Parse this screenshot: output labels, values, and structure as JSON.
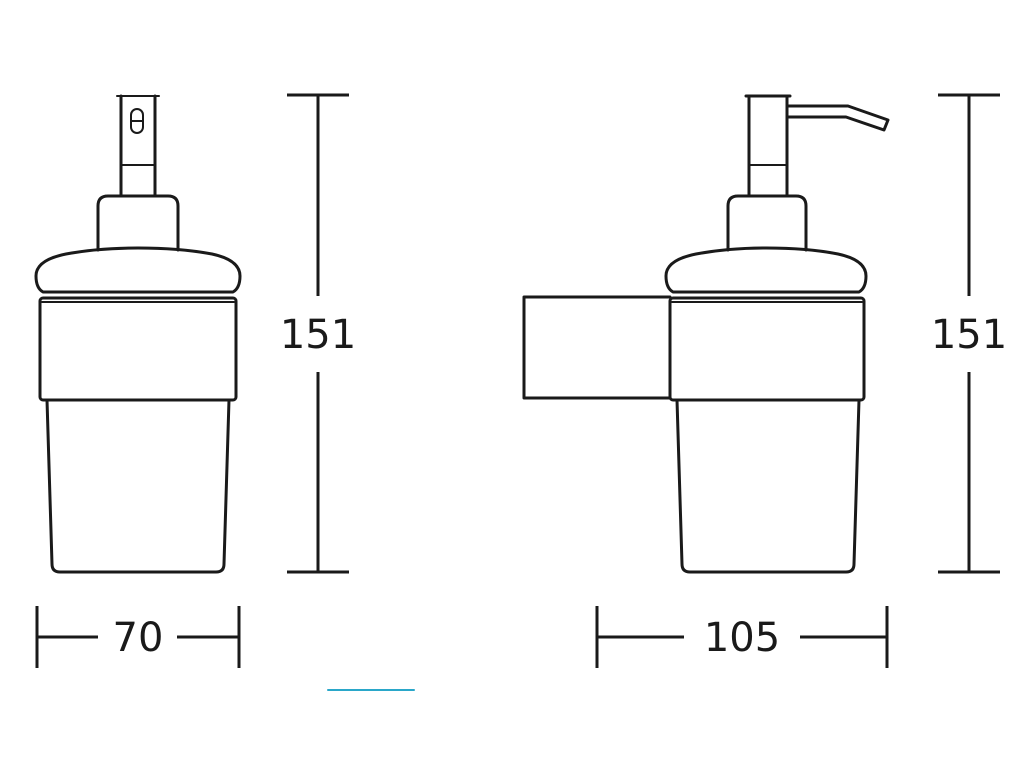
{
  "dimensions": {
    "front_height": "151",
    "front_width": "70",
    "side_height": "151",
    "side_width": "105"
  },
  "colors": {
    "line": "#1a1a1a",
    "background": "#ffffff",
    "accent": "#2aa7c9"
  }
}
